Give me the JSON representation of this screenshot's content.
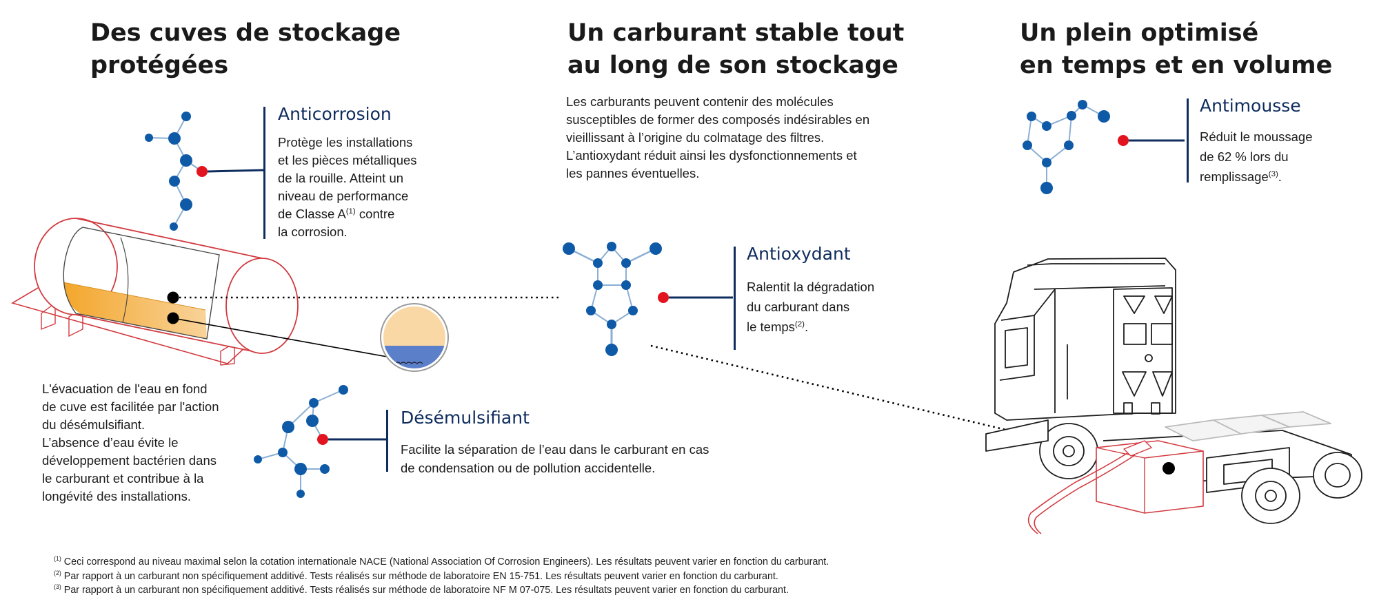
{
  "columns": [
    {
      "id": "storage",
      "heading_lines": [
        "Des cuves de stockage",
        "protégées"
      ]
    },
    {
      "id": "stability",
      "heading_lines": [
        "Un carburant stable tout",
        "au long de son stockage"
      ]
    },
    {
      "id": "filling",
      "heading_lines": [
        "Un plein optimisé",
        "en temps et en volume"
      ]
    }
  ],
  "intro": {
    "lines": [
      "Les carburants peuvent contenir des molécules",
      "susceptibles de former des composés indésirables en",
      "vieillissant à l’origine du colmatage des filtres.",
      "L’antioxydant réduit ainsi les dysfonctionnements et",
      "les pannes éventuelles."
    ]
  },
  "features": [
    {
      "id": "anticorrosion",
      "title": "Anticorrosion",
      "lines": [
        {
          "text": "Protège les installations"
        },
        {
          "text": "et les pièces métalliques"
        },
        {
          "text": "de la rouille. Atteint un"
        },
        {
          "text": "niveau de performance"
        },
        {
          "text": "de Classe A",
          "sup": "(1)",
          "after": " contre"
        },
        {
          "text": "la corrosion."
        }
      ]
    },
    {
      "id": "antimousse",
      "title": "Antimousse",
      "lines": [
        {
          "text": "Réduit le moussage"
        },
        {
          "text": "de 62 % lors du"
        },
        {
          "text": "remplissage",
          "sup": "(3)",
          "after": "."
        }
      ]
    },
    {
      "id": "antioxydant",
      "title": "Antioxydant",
      "lines": [
        {
          "text": "Ralentit la dégradation"
        },
        {
          "text": "du carburant dans"
        },
        {
          "text": "le temps",
          "sup": "(2)",
          "after": "."
        }
      ]
    },
    {
      "id": "desemulsifiant",
      "title": "Désémulsifiant",
      "lines": [
        {
          "text": "Facilite la séparation de l’eau dans le carburant en cas"
        },
        {
          "text": "de condensation ou de pollution accidentelle."
        }
      ]
    }
  ],
  "water_note": {
    "lines": [
      "L'évacuation de l'eau en fond",
      "de cuve est facilitée par l'action",
      "du désémulsifiant.",
      "L’absence d’eau évite le",
      "développement bactérien dans",
      "le carburant et contribue à la",
      "longévité des installations."
    ]
  },
  "footnotes": [
    {
      "mark": "(1)",
      "text": " Ceci correspond au niveau maximal selon la cotation internationale NACE (National Association Of Corrosion Engineers). Les résultats peuvent varier en fonction du carburant."
    },
    {
      "mark": "(2)",
      "text": " Par rapport à un carburant non spécifiquement additivé. Tests réalisés sur méthode de laboratoire EN 15-751. Les résultats peuvent varier en fonction du carburant."
    },
    {
      "mark": "(3)",
      "text": " Par rapport à un carburant non spécifiquement additivé. Tests réalisés sur méthode de laboratoire NF M 07-075. Les résultats peuvent varier en fonction du carburant."
    }
  ],
  "colors": {
    "molecule_blue": "#0e5aa7",
    "molecule_link": "#8aaed4",
    "active_site_red": "#e2141f",
    "connector_navy": "#0e2c5e",
    "tank_outline_red": "#d23a3f",
    "fuel_orange": "#f3a62b",
    "fuel_light": "#f9d39a",
    "water_blue": "#5c7fc9",
    "text_dark": "#1c1c1c"
  },
  "icons": [
    "molecule-icon",
    "storage-tank-illustration",
    "fuel-sample-icon",
    "truck-illustration"
  ]
}
